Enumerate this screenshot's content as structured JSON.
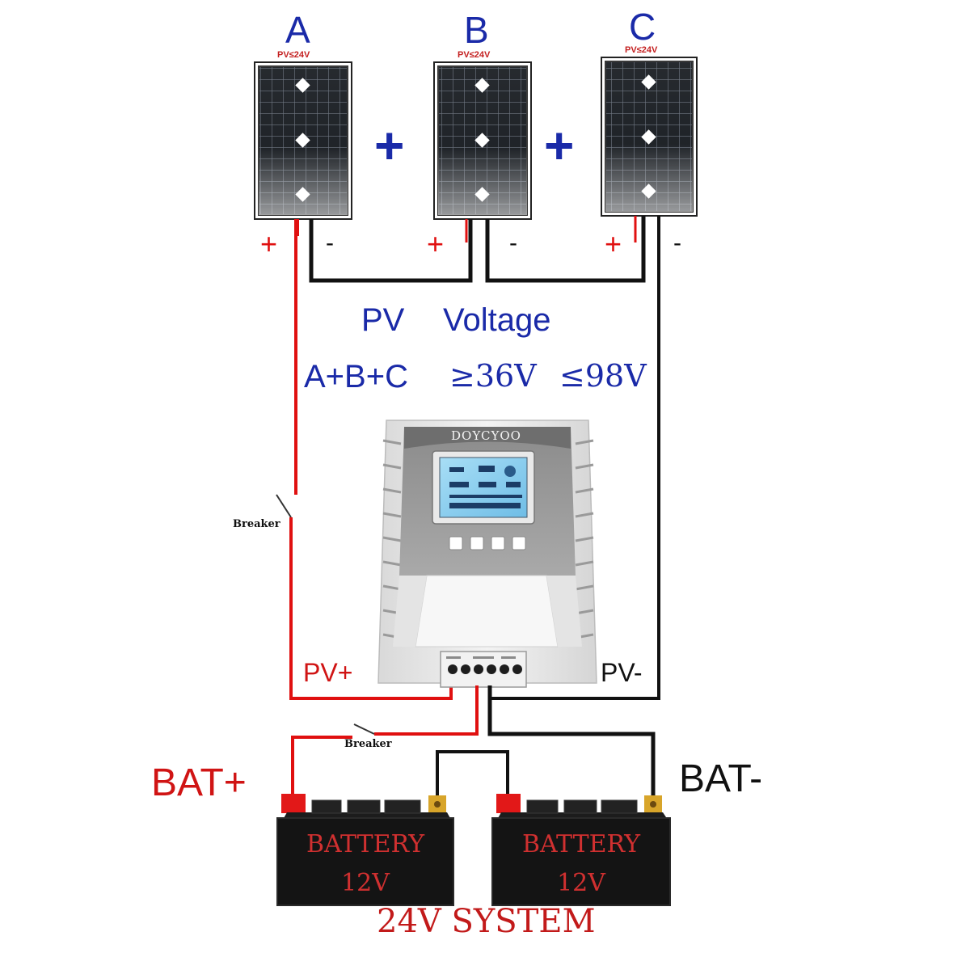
{
  "panels": [
    {
      "letter": "A",
      "limit": "PV≤24V"
    },
    {
      "letter": "B",
      "limit": "PV≤24V"
    },
    {
      "letter": "C",
      "limit": "PV≤24V"
    }
  ],
  "series_plus": "+",
  "polarity": {
    "positive": "+",
    "negative": "-"
  },
  "pv_voltage": {
    "label_pv": "PV",
    "label_voltage": "Voltage",
    "formula": "A+B+C",
    "min": "≥36V",
    "max": "≤98V"
  },
  "controller": {
    "brand": "DOYCYOO"
  },
  "breaker_label": "Breaker",
  "terminals": {
    "pv_plus": "PV+",
    "pv_minus": "PV-",
    "bat_plus": "BAT+",
    "bat_minus": "BAT-"
  },
  "batteries": [
    {
      "label": "BATTERY",
      "voltage": "12V"
    },
    {
      "label": "BATTERY",
      "voltage": "12V"
    }
  ],
  "system_label": "24V SYSTEM",
  "colors": {
    "positive_wire": "#e01010",
    "negative_wire": "#111111",
    "label_blue": "#1a2aa8",
    "battery_body": "#141414",
    "lcd": "#8ccff0"
  }
}
